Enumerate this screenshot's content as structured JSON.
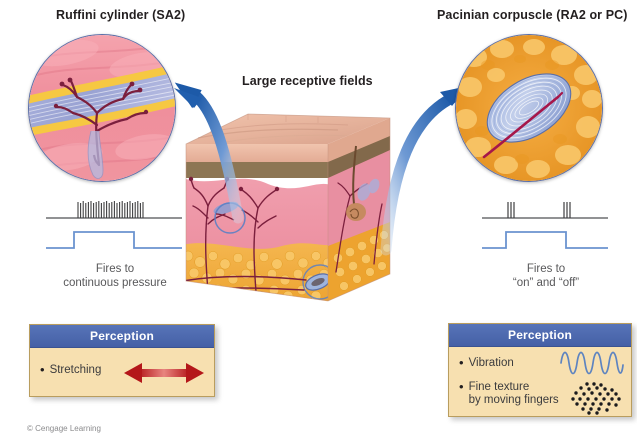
{
  "figure": {
    "center_title": "Large receptive fields",
    "credit": "© Cengage Learning"
  },
  "left_panel": {
    "title": "Ruffini cylinder (SA2)",
    "inset_name": "ruffini-cylinder-illustration",
    "response": {
      "caption_line1": "Fires to",
      "caption_line2": "continuous pressure",
      "spike_pattern": "sustained-continuous-burst",
      "spike_count": 34,
      "stimulus_pulse": "square-step-on-sustained-off"
    },
    "perception": {
      "header": "Perception",
      "items": [
        {
          "label": "Stretching",
          "icon": "double-headed-arrow-icon"
        }
      ]
    }
  },
  "right_panel": {
    "title": "Pacinian corpuscle (RA2 or PC)",
    "inset_name": "pacinian-corpuscle-illustration",
    "response": {
      "caption_line1": "Fires to",
      "caption_line2": "“on” and “off”",
      "spike_pattern": "transient-onset-and-offset-bursts",
      "burst_count": 2,
      "spikes_per_burst": 3,
      "stimulus_pulse": "square-step-on-sustained-off"
    },
    "perception": {
      "header": "Perception",
      "items": [
        {
          "label": "Vibration",
          "icon": "sine-wave-icon"
        },
        {
          "label": "Fine texture",
          "label2": "by moving fingers",
          "icon": "dot-cluster-icon"
        }
      ]
    }
  },
  "skin_block": {
    "name": "skin-cross-section-block",
    "layers": [
      {
        "name": "epidermis",
        "color": "#e8b9a3"
      },
      {
        "name": "dermal-junction",
        "color": "#8d7654"
      },
      {
        "name": "dermis",
        "color": "#ef8fa0"
      },
      {
        "name": "subcutaneous-fat",
        "color": "#f0a93c"
      }
    ]
  },
  "colors": {
    "header_blue": "#4a67ad",
    "box_cream": "#f7e0b0",
    "box_border": "#b99d5e",
    "arrow_blue": "#2b62ae",
    "trace_blue": "#6b93cf",
    "spike_gray": "#4d4d4f",
    "stretch_red": "#c0191c",
    "nerve_maroon": "#7b1f3d",
    "fat_orange": "#f0a93c",
    "tissue_pink": "#ef8fa0",
    "collagen_lavender": "#9fa8d4",
    "collagen_yellow": "#f6c842"
  }
}
